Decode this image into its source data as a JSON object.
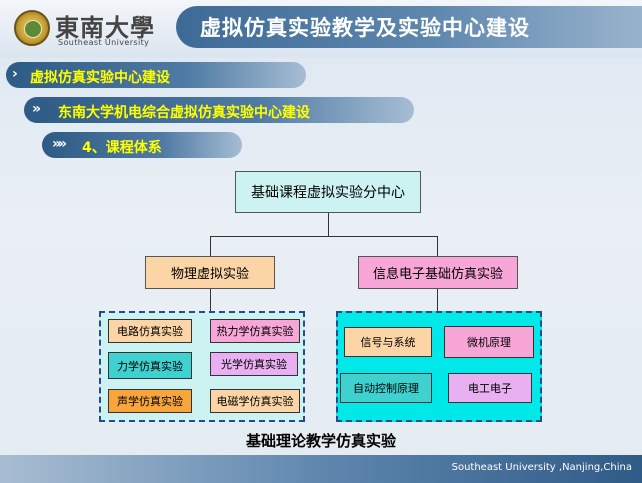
{
  "header": {
    "logo_cn": "東南大學",
    "logo_en": "Southeast University",
    "title": "虚拟仿真实验教学及实验中心建设"
  },
  "breadcrumbs": [
    {
      "chevrons": "›",
      "label": "虚拟仿真实验中心建设"
    },
    {
      "chevrons": "»",
      "label": "东南大学机电综合虚拟仿真实验中心建设"
    },
    {
      "chevrons": "»»",
      "label": "4、课程体系"
    }
  ],
  "diagram": {
    "root": "基础课程虚拟实验分中心",
    "left": {
      "label": "物理虚拟实验",
      "items": [
        "电路仿真实验",
        "热力学仿真实验",
        "力学仿真实验",
        "光学仿真实验",
        "声学仿真实验",
        "电磁学仿真实验"
      ]
    },
    "right": {
      "label": "信息电子基础仿真实验",
      "items": [
        "信号与系统",
        "微机原理",
        "自动控制原理",
        "电工电子"
      ]
    },
    "caption": "基础理论教学仿真实验"
  },
  "footer": {
    "text": "Southeast University ,Nanjing,China"
  },
  "colors": {
    "root_box": "#ccf2f2",
    "left_box": "#fcd5a6",
    "right_box": "#f8a6d8",
    "left_group": "#ccf2f2",
    "right_group": "#00e8e8",
    "crumb_text": "#ffff00",
    "title_bar": "#3d6a96"
  }
}
